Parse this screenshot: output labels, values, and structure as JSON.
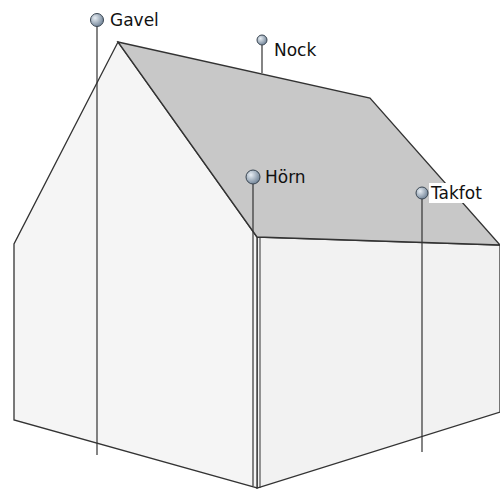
{
  "diagram": {
    "labels": [
      "Gavel",
      "Nock",
      "Hörn",
      "Takfot"
    ]
  }
}
